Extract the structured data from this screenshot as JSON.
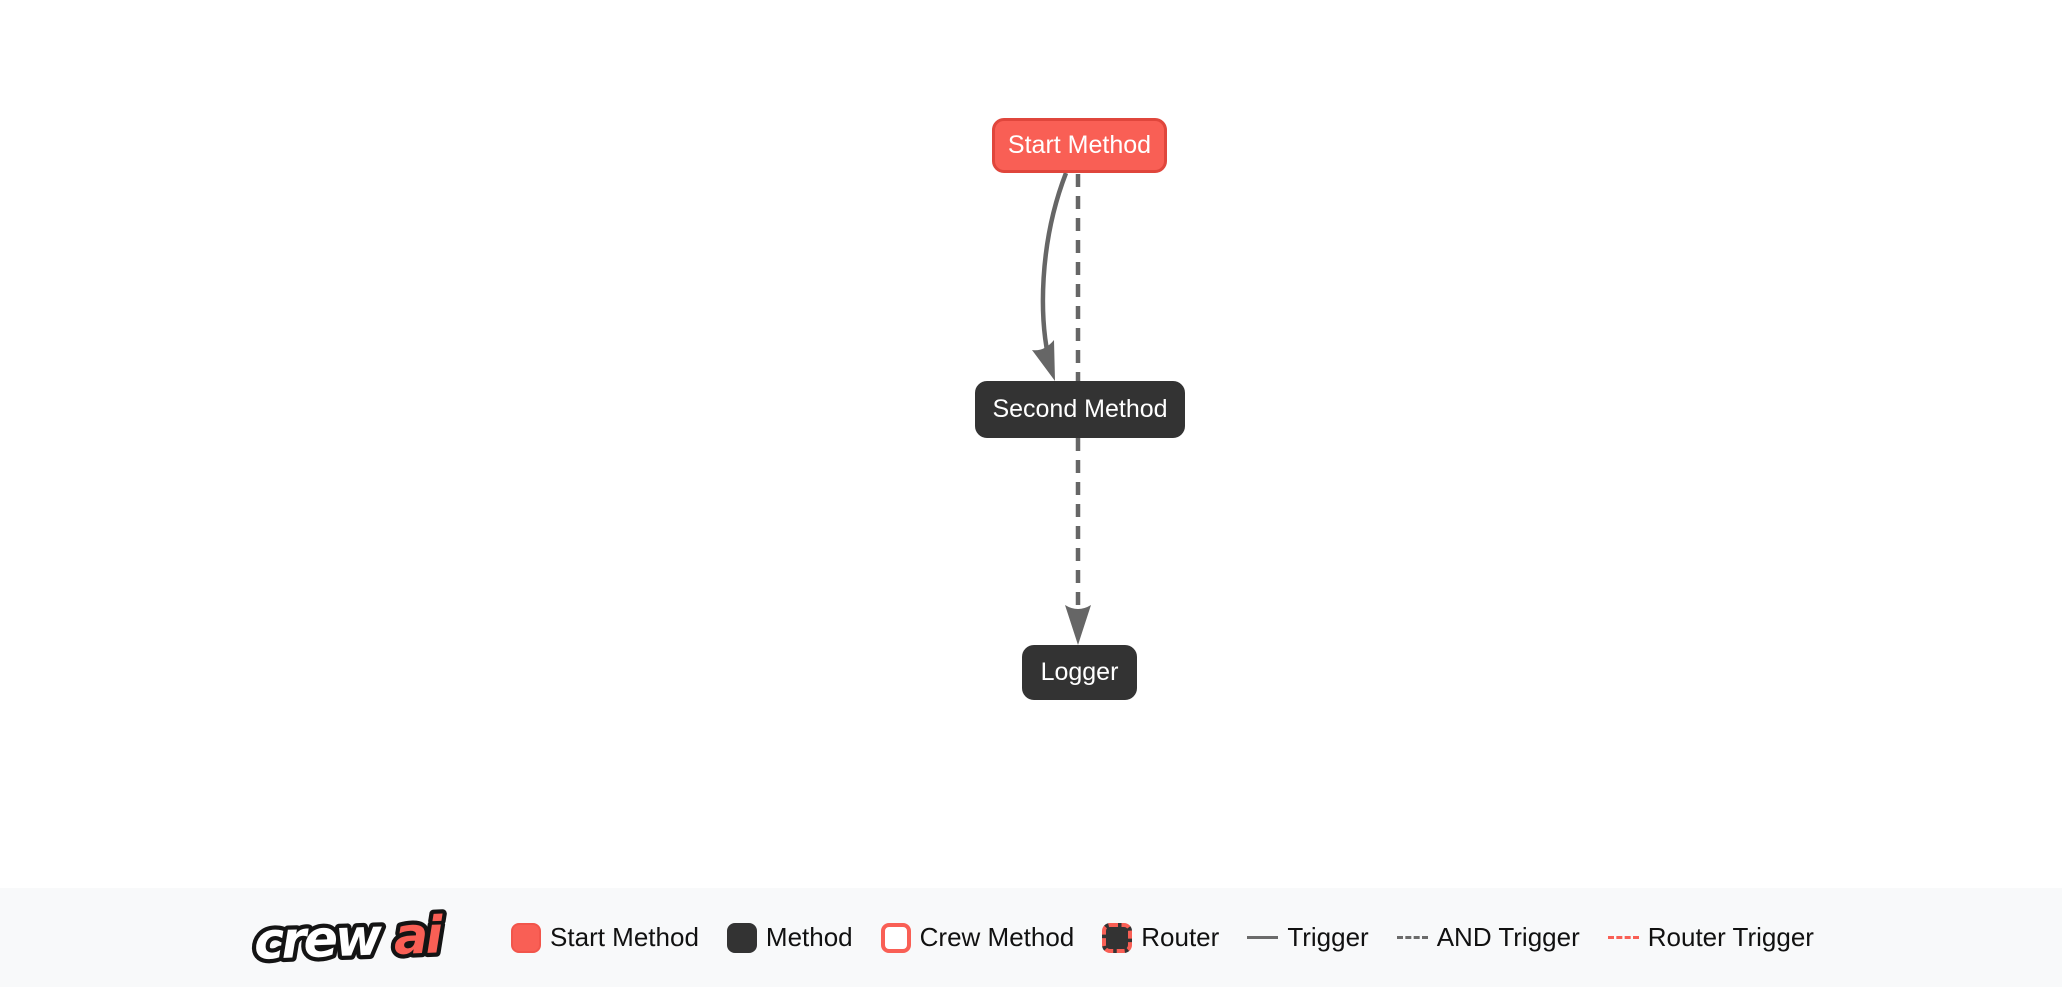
{
  "colors": {
    "brand_red": "#F95F55",
    "brand_red_border": "#E0463C",
    "method_dark": "#333333",
    "edge_gray": "#666666",
    "canvas_bg": "#FFFFFF",
    "legend_bg": "#F8F9FA",
    "node_text": "#FFFFFF",
    "legend_text": "#111111"
  },
  "flow": {
    "nodes": [
      {
        "label": "Start Method",
        "type": "start-method"
      },
      {
        "label": "Second Method",
        "type": "method"
      },
      {
        "label": "Logger",
        "type": "method"
      }
    ],
    "edges": [
      {
        "from": "Start Method",
        "to": "Second Method",
        "type": "trigger",
        "line": "solid-curved"
      },
      {
        "from": "Start Method",
        "to": "Logger",
        "type": "and-trigger",
        "line": "dashed-straight"
      }
    ]
  },
  "legend": {
    "logo": {
      "crew": "crew",
      "ai": "ai"
    },
    "items": [
      {
        "label": "Start Method",
        "swatch": "box-red"
      },
      {
        "label": "Method",
        "swatch": "box-dark"
      },
      {
        "label": "Crew Method",
        "swatch": "box-white-red-border"
      },
      {
        "label": "Router",
        "swatch": "box-dark-red-dashed-border"
      },
      {
        "label": "Trigger",
        "swatch": "line-solid-gray"
      },
      {
        "label": "AND Trigger",
        "swatch": "line-dashed-gray"
      },
      {
        "label": "Router Trigger",
        "swatch": "line-dashed-red"
      }
    ]
  }
}
